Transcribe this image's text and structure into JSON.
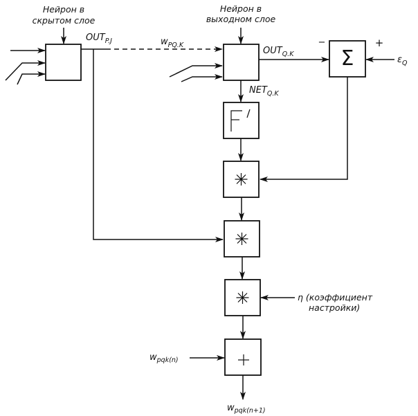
{
  "diagram": {
    "title_hidden_neuron": [
      "Нейрон в",
      "скрытом слое"
    ],
    "title_output_neuron": [
      "Нейрон в",
      "выходном слое"
    ],
    "signals": {
      "out_pj": {
        "main": "OUT",
        "sub": "P.J"
      },
      "w_pqk": {
        "main": "w",
        "sub": "PQ.K"
      },
      "out_qk": {
        "main": "OUT",
        "sub": "Q.K"
      },
      "net_qk": {
        "main": "NET",
        "sub": "Q.K"
      },
      "epsilon_q": {
        "main": "ε",
        "sub": "Q"
      },
      "eta": "η (коэффициент",
      "eta_line2": "настройки)",
      "w_in": {
        "main": "w",
        "sub": "pqk(n)"
      },
      "w_out": {
        "main": "w",
        "sub": "pqk(n+1)"
      }
    },
    "summation": {
      "symbol": "Σ",
      "minus": "−",
      "plus": "+"
    },
    "blocks": [
      {
        "id": "hidden-neuron",
        "symbol": ""
      },
      {
        "id": "output-neuron",
        "symbol": ""
      },
      {
        "id": "sum",
        "symbol": "Σ"
      },
      {
        "id": "derivative",
        "symbol": "F′"
      },
      {
        "id": "multiply-1",
        "symbol": "*"
      },
      {
        "id": "multiply-2",
        "symbol": "*"
      },
      {
        "id": "multiply-3",
        "symbol": "*"
      },
      {
        "id": "adder",
        "symbol": "+"
      }
    ]
  }
}
